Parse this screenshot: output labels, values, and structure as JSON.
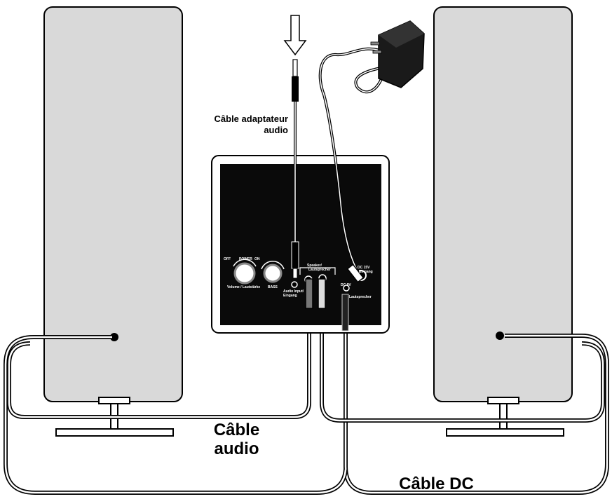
{
  "labels": {
    "adapter_cable_line1": "Câble adaptateur",
    "adapter_cable_line2": "audio",
    "audio_cable_line1": "Câble",
    "audio_cable_line2": "audio",
    "dc_cable": "Câble DC"
  },
  "panel": {
    "off": "OFF",
    "power": "POWER",
    "on": "ON",
    "volume": "Volume / Lautstärke",
    "bass": "BASS",
    "speaker": "Speaker/",
    "lautsprecher": "Lautsprecher",
    "dc_in": "DC 15V",
    "dc_in2": "Eingang",
    "audio_input": "Audio Input/",
    "eingang": "Eingang",
    "dc_out": "DC 9V",
    "dc_out_sub": "Lautsprecher"
  },
  "colors": {
    "speaker_fill": "#d9d9d9",
    "panel_fill": "#0a0a0a",
    "line": "#000000"
  }
}
